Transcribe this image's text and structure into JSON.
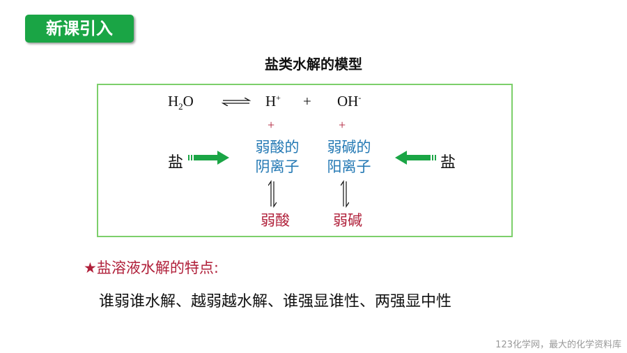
{
  "badge": "新课引入",
  "title": "盐类水解的模型",
  "diagram": {
    "h2o": "H",
    "h2o_sub": "2",
    "h2o_o": "O",
    "h": "H",
    "h_sup": "+",
    "plus": "+",
    "oh": "OH",
    "oh_sup": "-",
    "plus_left": "+",
    "plus_right": "+",
    "anion_line1": "弱酸的",
    "anion_line2": "阴离子",
    "cation_line1": "弱碱的",
    "cation_line2": "阳离子",
    "salt_left": "盐",
    "salt_right": "盐",
    "weak_acid": "弱酸",
    "weak_base": "弱碱"
  },
  "feature_heading": "★盐溶液水解的特点:",
  "rule": "谁弱谁水解、越弱越水解、谁强显谁性、两强显中性",
  "watermark": "123化学网，最大的化学资料库",
  "colors": {
    "green": "#1aa545",
    "blue": "#2479b4",
    "red": "#b0203a",
    "border": "#7ccf6a"
  }
}
